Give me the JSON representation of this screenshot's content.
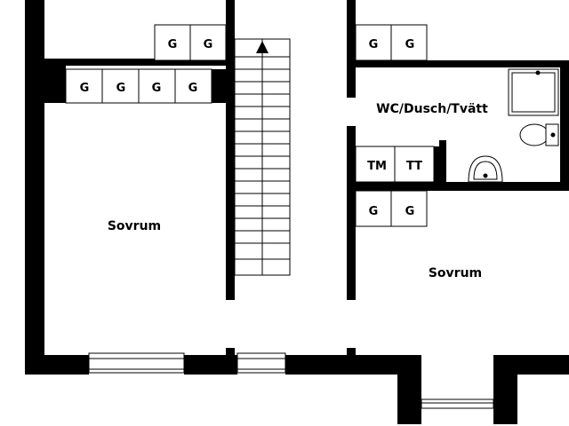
{
  "colors": {
    "wall": "#000000",
    "floor": "#ffffff",
    "fixture_line": "#000000"
  },
  "rooms": {
    "bedroom_left": "Sovrum",
    "bedroom_right": "Sovrum",
    "bathroom": "WC/Dusch/Tvätt"
  },
  "closets": {
    "top_center": [
      "G",
      "G"
    ],
    "left_row": [
      "G",
      "G",
      "G",
      "G"
    ],
    "top_right": [
      "G",
      "G"
    ],
    "bathroom_units": [
      "TM",
      "TT"
    ],
    "right_bedroom": [
      "G",
      "G"
    ]
  },
  "stair_direction": "up",
  "fixtures": [
    "shower-icon",
    "toilet-icon",
    "sink-icon",
    "stair-arrow-icon"
  ]
}
